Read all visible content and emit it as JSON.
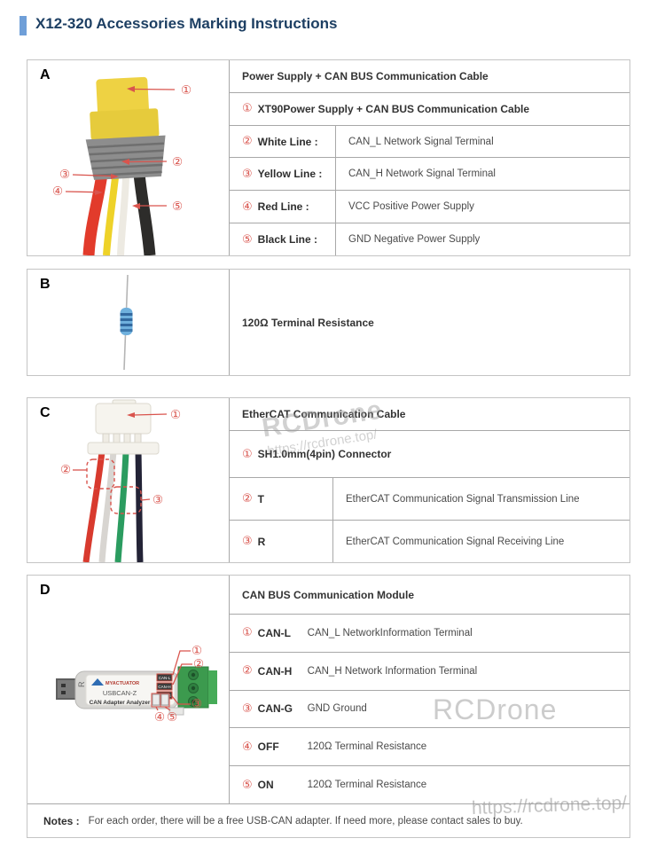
{
  "title": "X12-320 Accessories Marking Instructions",
  "nums": {
    "n1": "①",
    "n2": "②",
    "n3": "③",
    "n4": "④",
    "n5": "⑤"
  },
  "sectionA": {
    "letter": "A",
    "header": "Power Supply + CAN BUS Communication Cable",
    "sub_num": "①",
    "sub_text": "XT90Power Supply + CAN BUS Communication Cable",
    "rows": [
      {
        "num": "②",
        "label": "White Line :",
        "value": "CAN_L Network Signal Terminal"
      },
      {
        "num": "③",
        "label": "Yellow Line :",
        "value": "CAN_H Network Signal Terminal"
      },
      {
        "num": "④",
        "label": "Red Line :",
        "value": "VCC Positive Power Supply"
      },
      {
        "num": "⑤",
        "label": "Black Line :",
        "value": "GND Negative Power Supply"
      }
    ]
  },
  "sectionB": {
    "letter": "B",
    "label": "120Ω Terminal Resistance"
  },
  "sectionC": {
    "letter": "C",
    "header": "EtherCAT Communication Cable",
    "sub_num": "①",
    "sub_text": "SH1.0mm(4pin) Connector",
    "rows": [
      {
        "num": "②",
        "label": "T",
        "value": "EtherCAT Communication Signal Transmission Line"
      },
      {
        "num": "③",
        "label": "R",
        "value": "EtherCAT Communication Signal Receiving Line"
      }
    ]
  },
  "sectionD": {
    "letter": "D",
    "header": "CAN BUS Communication Module",
    "rows": [
      {
        "num": "①",
        "label": "CAN-L",
        "value": "CAN_L NetworkInformation Terminal"
      },
      {
        "num": "②",
        "label": "CAN-H",
        "value": "CAN_H Network Information Terminal"
      },
      {
        "num": "③",
        "label": "CAN-G",
        "value": "GND Ground"
      },
      {
        "num": "④",
        "label": "OFF",
        "value": "120Ω Terminal Resistance"
      },
      {
        "num": "⑤",
        "label": "ON",
        "value": "120Ω Terminal Resistance"
      }
    ],
    "device": {
      "brand": "MYACTUATOR",
      "model": "USBCAN-Z",
      "caption": "CAN Adapter Analyzer",
      "ports": [
        "CAN-L",
        "CAN-H",
        "CAN-G"
      ]
    }
  },
  "notes": {
    "label": "Notes :",
    "text": "For each order, there will be a free USB-CAN adapter. If need more, please contact sales to buy."
  },
  "watermarks": {
    "c_name": "RCDrone",
    "c_url": "https://rcdrone.top/",
    "d_name": "RCDrone",
    "footer_url": "https://rcdrone.top/"
  },
  "colors": {
    "title_text": "#1d3f63",
    "accent_bar": "#6f9fd8",
    "annotation_red": "#d9544d",
    "table_border": "#a8a8a8"
  }
}
